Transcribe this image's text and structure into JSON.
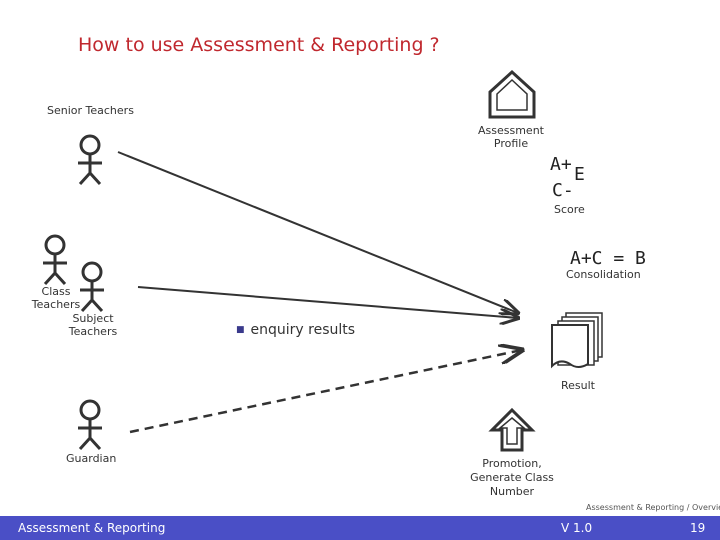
{
  "title": "How to use Assessment & Reporting ?",
  "actors": {
    "senior_teachers": "Senior Teachers",
    "class_teachers_line1": "Class",
    "class_teachers_line2": "Teachers",
    "subject_teachers_line1": "Subject",
    "subject_teachers_line2": "Teachers",
    "guardian": "Guardian"
  },
  "profile": {
    "line1": "Assessment",
    "line2": "Profile"
  },
  "score": {
    "grade_a_plus": "A+",
    "grade_e": "E",
    "grade_c_minus": "C-",
    "label": "Score"
  },
  "consolidation": {
    "formula": "A+C = B",
    "label": "Consolidation"
  },
  "enquiry": {
    "text": "enquiry results"
  },
  "result": {
    "label": "Result"
  },
  "promotion": {
    "line1": "Promotion,",
    "line2": "Generate Class",
    "line3": "Number"
  },
  "footer": {
    "caption": "Assessment & Reporting / Overview",
    "left": "Assessment & Reporting",
    "version": "V 1.0",
    "page": "19"
  },
  "colors": {
    "title": "#c0282e",
    "footer_bar": "#4a4fc6",
    "line": "#333333"
  }
}
